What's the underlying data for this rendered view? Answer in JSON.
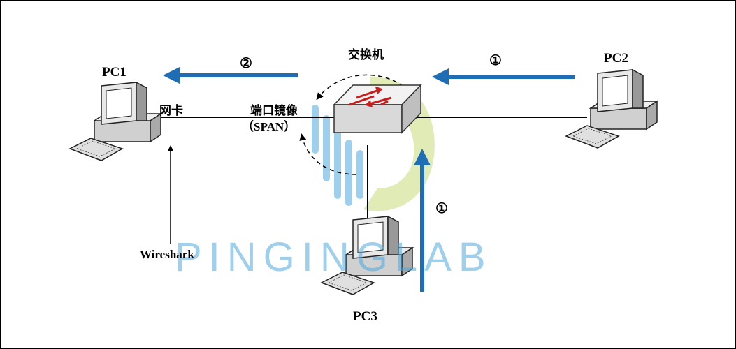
{
  "labels": {
    "pc1": "PC1",
    "pc2": "PC2",
    "pc3": "PC3",
    "switch": "交换机",
    "nic": "网卡",
    "port_mirror": "端口镜像",
    "span": "（SPAN）",
    "wireshark": "Wireshark"
  },
  "steps": {
    "step1_top": "①",
    "step1_bottom": "①",
    "step2": "②"
  },
  "watermark": "PINGINGLAB",
  "colors": {
    "flow_arrow": "#1f6eb5",
    "link_line": "#000000",
    "switch_body": "#e6e6e6",
    "switch_arrows": "#c81e1e",
    "watermark_blue": "#4fa8dd",
    "watermark_green": "#c8dc7a"
  }
}
